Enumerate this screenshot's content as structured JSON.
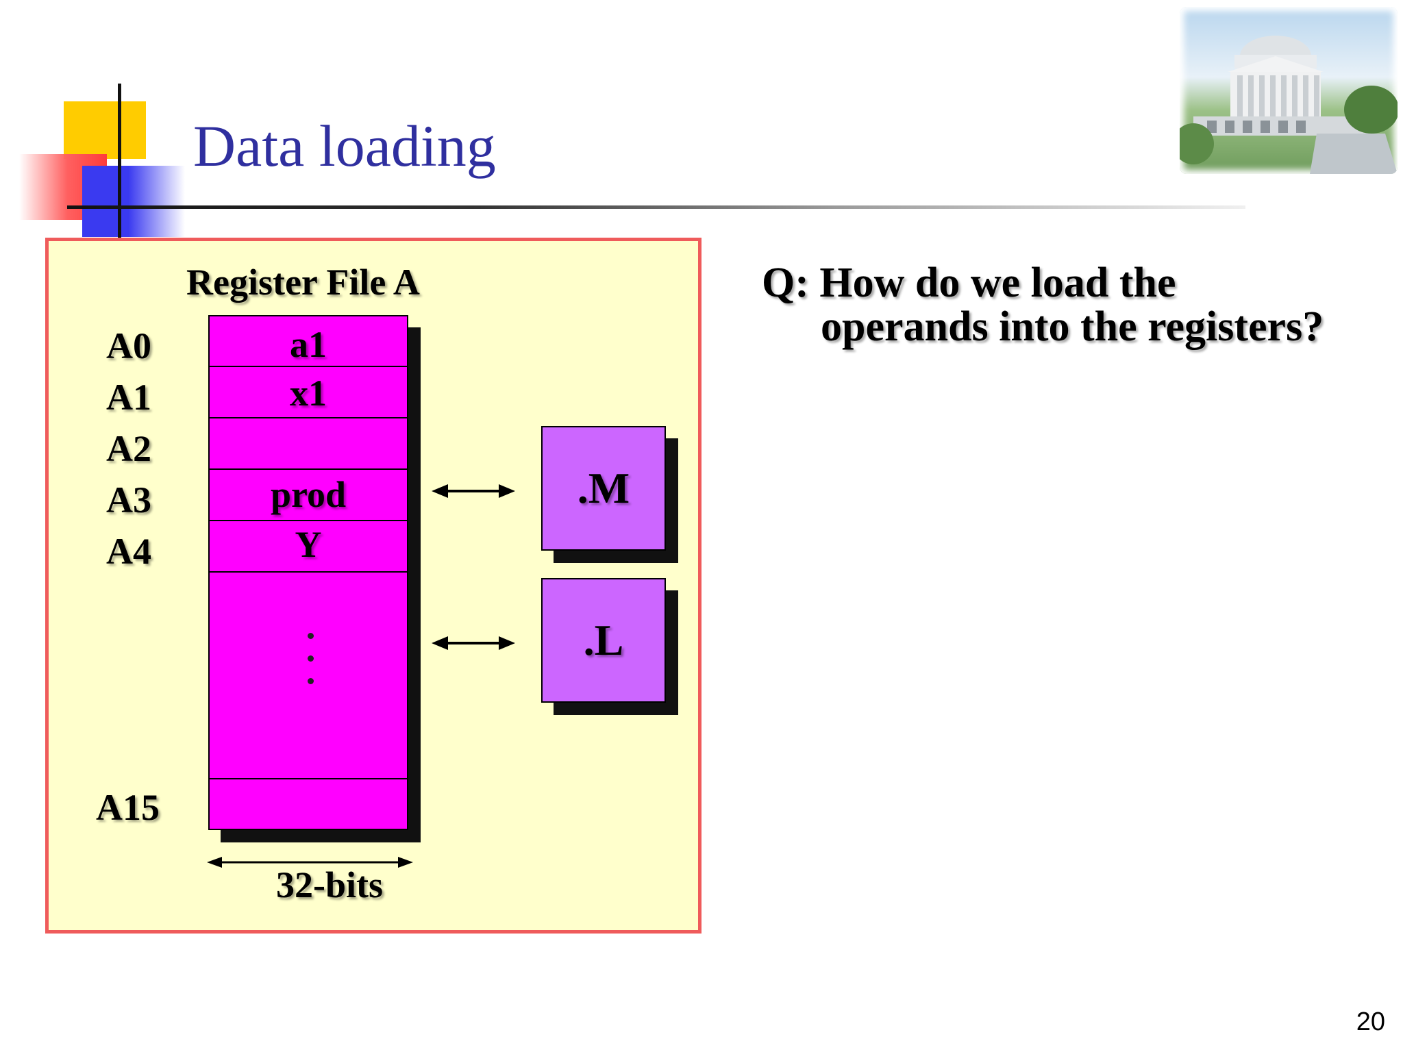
{
  "slide": {
    "title": "Data loading",
    "page_number": "20"
  },
  "diagram": {
    "register_file_label": "Register File A",
    "row_labels": [
      "A0",
      "A1",
      "A2",
      "A3",
      "A4",
      "A15"
    ],
    "cells": [
      "a1",
      "x1",
      "",
      "prod",
      "Y",
      "",
      ""
    ],
    "width_label": "32-bits",
    "units": [
      ".M",
      ".L"
    ],
    "colors": {
      "panel_bg": "#ffffcc",
      "panel_border": "#ef5b5b",
      "register_fill": "#ff00ff",
      "unit_fill": "#cc66ff"
    }
  },
  "question": {
    "line1": "Q: How do we load the",
    "line2": "operands into the registers?"
  },
  "title_color": "#2f2f9f"
}
